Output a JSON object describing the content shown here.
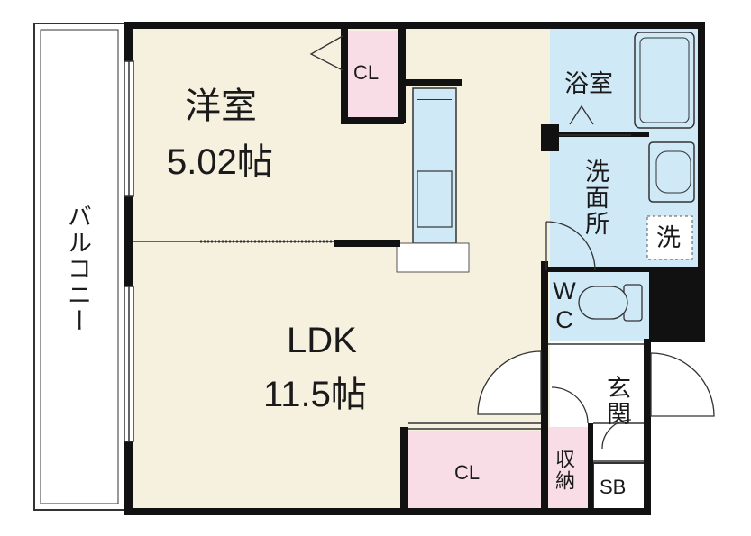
{
  "rooms": {
    "western": {
      "name": "洋室",
      "size": "5.02帖"
    },
    "ldk": {
      "name": "LDK",
      "size": "11.5帖"
    },
    "closet_western": "CL",
    "closet_ldk": "CL",
    "bath": "浴室",
    "washroom": "洗面所",
    "washer": "洗",
    "wc": "WC",
    "entrance": "玄関",
    "storage": "収納",
    "shoebox": "SB",
    "balcony": "バルコニー"
  },
  "colors": {
    "living_floor": "#f6f0df",
    "wet_area": "#cfe9f7",
    "closet": "#f8dde6",
    "wall": "#111111",
    "balcony_bg": "#ffffff"
  }
}
